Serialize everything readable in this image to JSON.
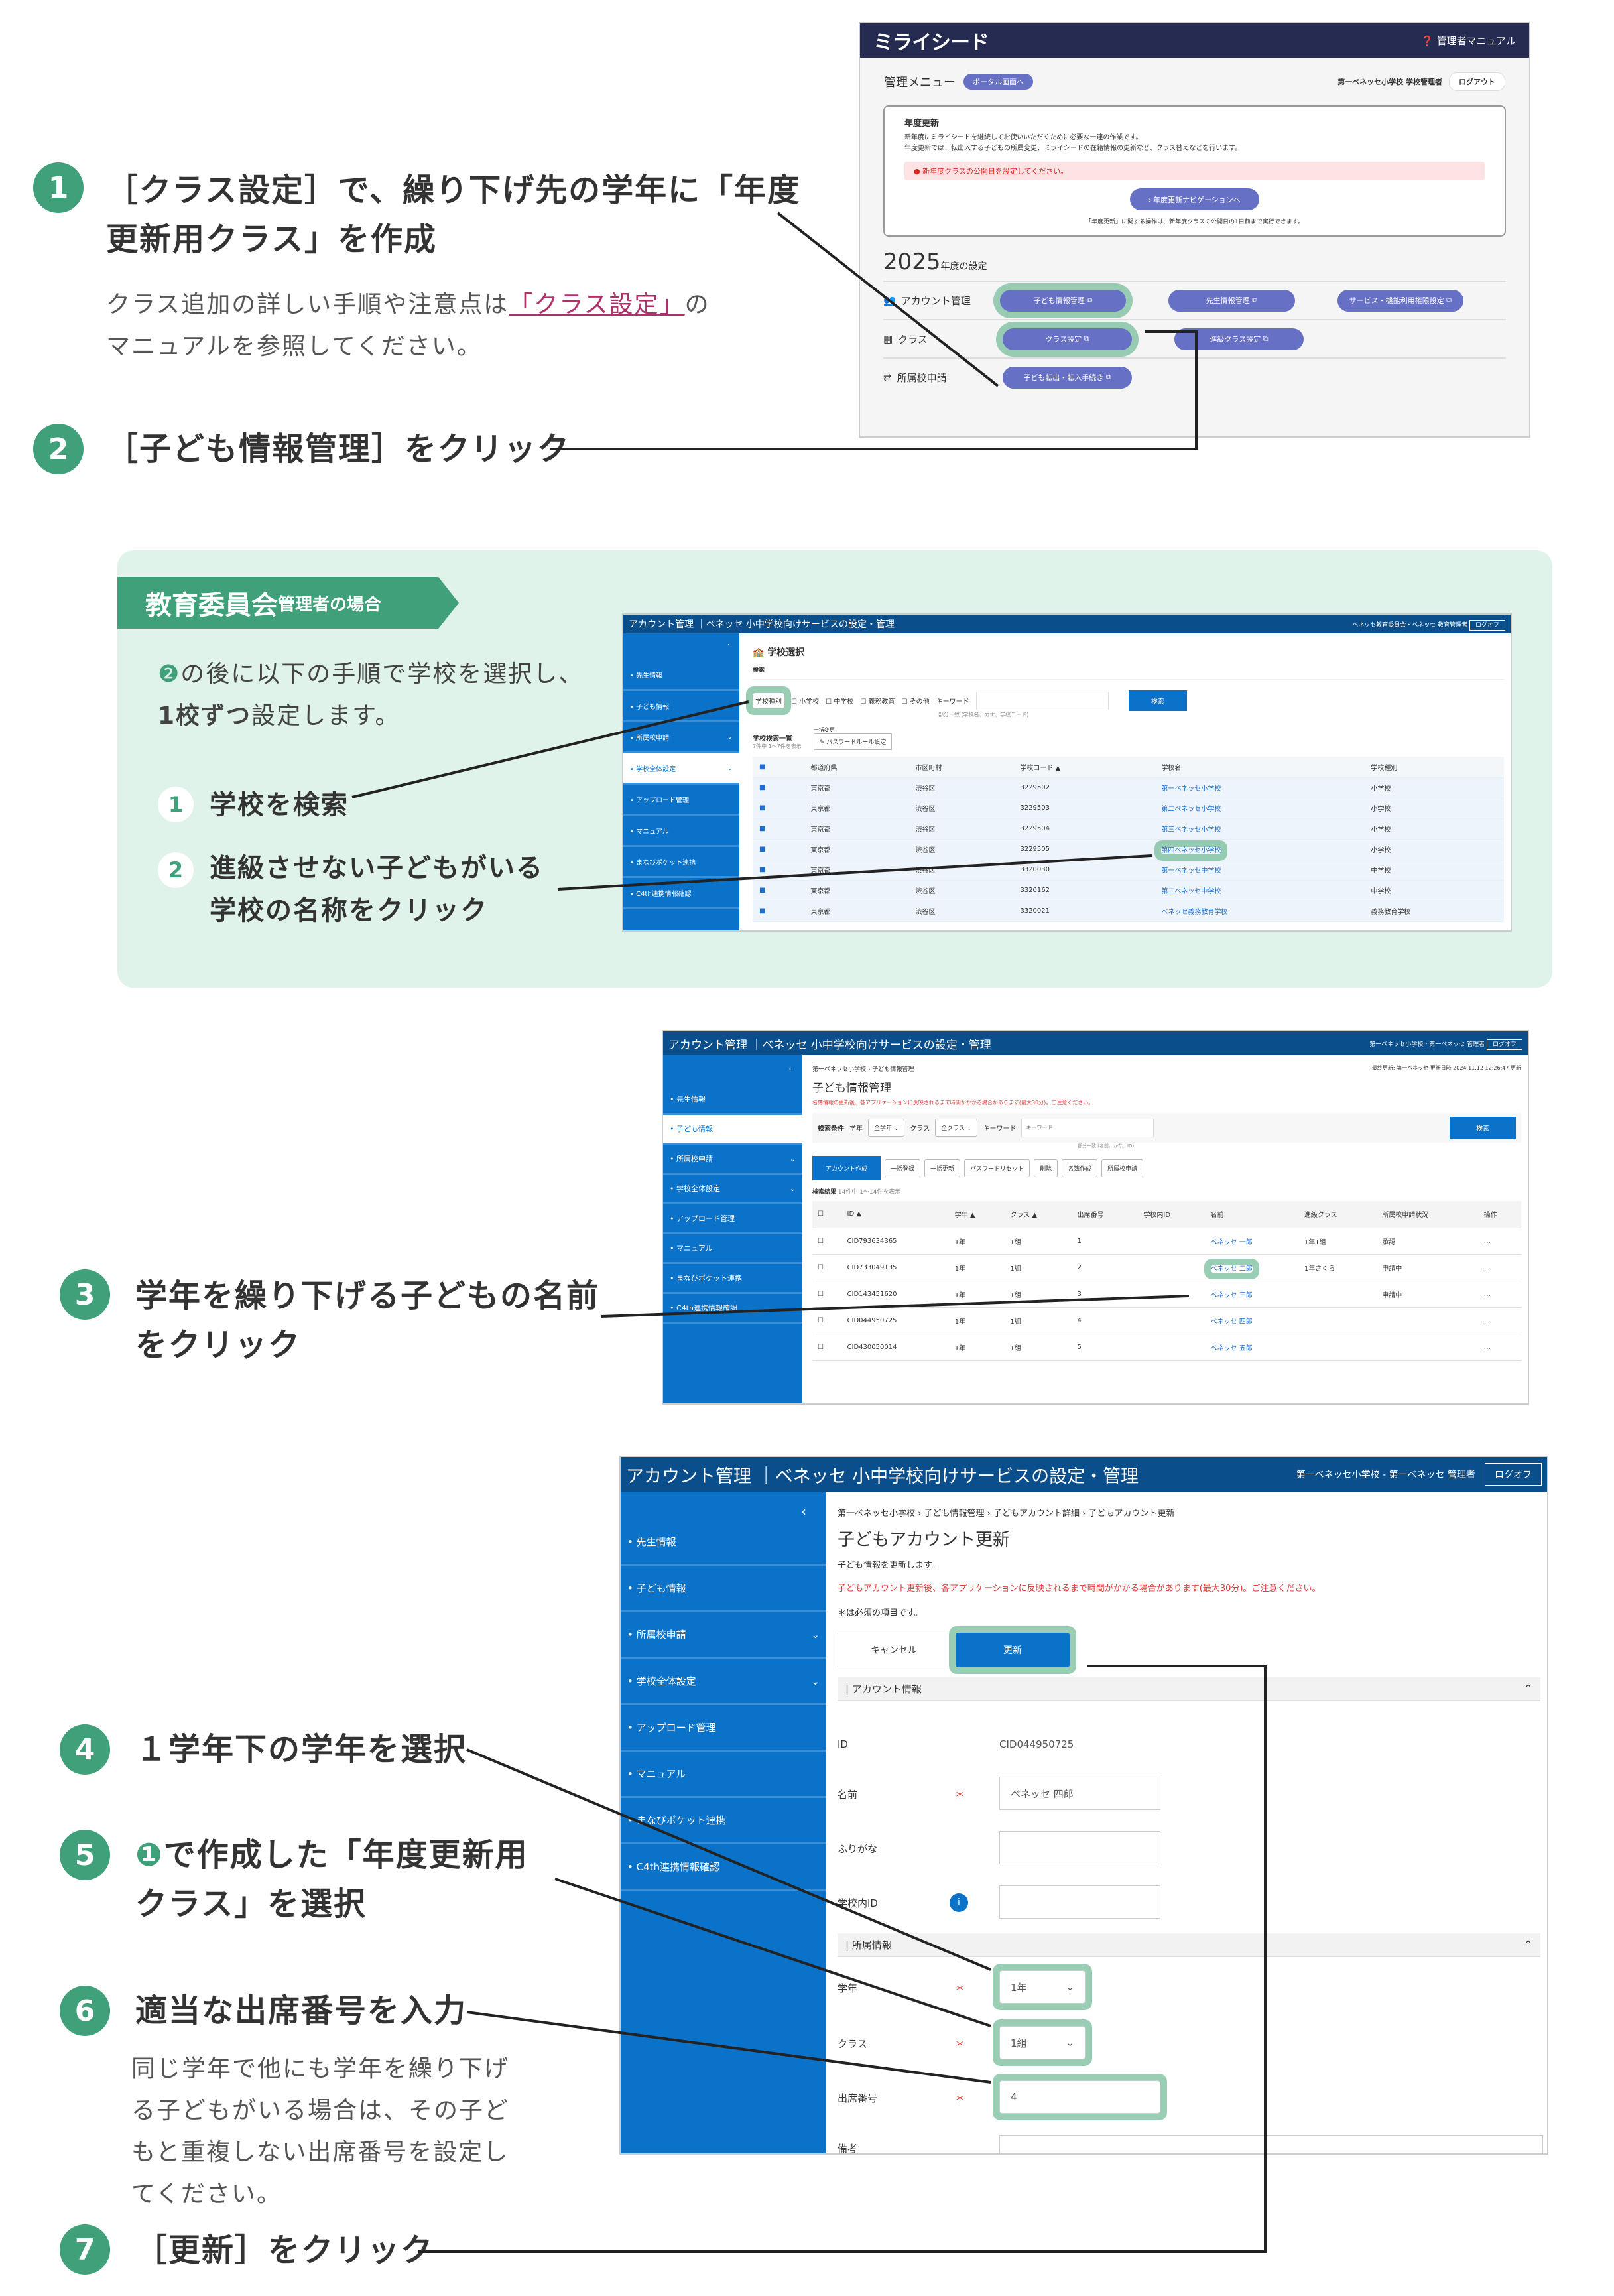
{
  "colors": {
    "accent_green": "#3fa079",
    "panel_bg": "#dff3ea",
    "miraiseed_header": "#262b52",
    "miraiseed_button": "#6670c4",
    "account_header": "#0a4f8c",
    "account_sidebar": "#0a72c8",
    "highlight": "#8fcbb0"
  },
  "steps": {
    "s1": {
      "num": "1",
      "line1": "［クラス設定］で、繰り下げ先の学年に「年度",
      "line2": "更新用クラス」を作成",
      "sub1_pre": "クラス追加の詳しい手順や注意点は",
      "sub1_link": "「クラス設定」",
      "sub1_post": "の",
      "sub2": "マニュアルを参照してください。"
    },
    "s2": {
      "num": "2",
      "text": "［子ども情報管理］をクリック"
    },
    "s3": {
      "num": "3",
      "line1": "学年を繰り下げる子どもの名前",
      "line2": "をクリック"
    },
    "s4": {
      "num": "4",
      "text": "１学年下の学年を選択"
    },
    "s5": {
      "num": "5",
      "line1_mark": "❶",
      "line1": "で作成した「年度更新用",
      "line2": "クラス」を選択"
    },
    "s6": {
      "num": "6",
      "text": "適当な出席番号を入力",
      "sub": [
        "同じ学年で他にも学年を繰り下げ",
        "る子どもがいる場合は、その子ど",
        "もと重複しない出席番号を設定し",
        "てください。"
      ]
    },
    "s7": {
      "num": "7",
      "text": "［更新］をクリック"
    }
  },
  "board": {
    "banner": "教育委員会",
    "banner_small": "管理者の場合",
    "intro_mark": "❷",
    "intro1": "の後に以下の手順で学校を選択し、",
    "intro2_bold": "1校ずつ",
    "intro2": "設定します。",
    "sub_steps": [
      {
        "num": "1",
        "text": "学校を検索"
      },
      {
        "num": "2",
        "line1": "進級させない子どもがいる",
        "line2": "学校の名称をクリック"
      }
    ]
  },
  "shot1": {
    "logo": "ミライシード",
    "manual": "管理者マニュアル",
    "menu_title": "管理メニュー",
    "portal_button": "ポータル画面へ",
    "user": "第一ベネッセ小学校 学校管理者",
    "logout": "ログアウト",
    "card_title": "年度更新",
    "card_desc1": "新年度にミライシードを継続してお使いいただくために必要な一連の作業です。",
    "card_desc2": "年度更新では、転出入する子どもの所属変更、ミライシードの在籍情報の更新など、クラス替えなどを行います。",
    "alert": "新年度クラスの公開日を設定してください。",
    "nav_button": "年度更新ナビゲーションへ",
    "note": "「年度更新」に関する操作は、新年度クラスの公開日の1日前まで実行できます。",
    "year": "2025",
    "year_suffix": "年度の設定",
    "rows": [
      {
        "icon": "people-icon",
        "label": "アカウント管理",
        "buttons": [
          "子ども情報管理",
          "先生情報管理",
          "サービス・機能利用権限設定"
        ]
      },
      {
        "icon": "grid-icon",
        "label": "クラス",
        "buttons": [
          "クラス設定",
          "進級クラス設定"
        ]
      },
      {
        "icon": "swap-icon",
        "label": "所属校申請",
        "buttons": [
          "子ども転出・転入手続き"
        ]
      }
    ]
  },
  "shot2": {
    "title": "アカウント管理 ｜ベネッセ 小中学校向けサービスの設定・管理",
    "user": "ベネッセ教育委員会・ベネッセ 教育管理者",
    "logout": "ログオフ",
    "sidebar": [
      "先生情報",
      "子ども情報",
      "所属校申請",
      "学校全体設定",
      "アップロード管理",
      "マニュアル",
      "まなびポケット連携",
      "C4th連携情報確認"
    ],
    "page_title": "学校選択",
    "search_label": "検索",
    "type_label": "学校種別",
    "types": [
      "小学校",
      "中学校",
      "義務教育",
      "その他"
    ],
    "keyword_label": "キーワード",
    "keyword_hint": "部分一致 (学校名、カナ、学校コード)",
    "search_button": "検索",
    "list_title": "学校検索一覧",
    "list_count": "7件中 1～7件を表示",
    "bulk_label": "一括変更",
    "pw_button": "パスワードルール設定",
    "columns": [
      "都道府県",
      "市区町村",
      "学校コード ▲",
      "学校名",
      "学校種別"
    ],
    "rows": [
      [
        "東京都",
        "渋谷区",
        "3229502",
        "第一ベネッセ小学校",
        "小学校"
      ],
      [
        "東京都",
        "渋谷区",
        "3229503",
        "第二ベネッセ小学校",
        "小学校"
      ],
      [
        "東京都",
        "渋谷区",
        "3229504",
        "第三ベネッセ小学校",
        "小学校"
      ],
      [
        "東京都",
        "渋谷区",
        "3229505",
        "第四ベネッセ小学校",
        "小学校"
      ],
      [
        "東京都",
        "渋谷区",
        "3320030",
        "第一ベネッセ中学校",
        "中学校"
      ],
      [
        "東京都",
        "渋谷区",
        "3320162",
        "第二ベネッセ中学校",
        "中学校"
      ],
      [
        "東京都",
        "渋谷区",
        "3320021",
        "ベネッセ義務教育学校",
        "義務教育学校"
      ]
    ]
  },
  "shot3": {
    "title": "アカウント管理 ｜ベネッセ 小中学校向けサービスの設定・管理",
    "user": "第一ベネッセ小学校・第一ベネッセ 管理者",
    "logout": "ログオフ",
    "sidebar": [
      "先生情報",
      "子ども情報",
      "所属校申請",
      "学校全体設定",
      "アップロード管理",
      "マニュアル",
      "まなびポケット連携",
      "C4th連携情報確認"
    ],
    "breadcrumb": [
      "第一ベネッセ小学校",
      "子ども情報管理"
    ],
    "updated": "最終更新: 第一ベネッセ 更新日時 2024.11.12 12:26:47 更新",
    "page_title": "子ども情報管理",
    "warning": "名簿情報の更新後、各アプリケーションに反映されるまで時間がかかる場合があります(最大30分)。ご注意ください。",
    "filter_label": "検索条件",
    "grade_label": "学年",
    "grade_value": "全学年",
    "class_label": "クラス",
    "class_value": "全クラス",
    "keyword_label": "キーワード",
    "keyword_placeholder": "キーワード",
    "keyword_hint": "部分一致 (名前、かな、ID)",
    "search_button": "検索",
    "create_button": "アカウント作成",
    "tools": [
      "一括登録",
      "一括更新",
      "パスワードリセット",
      "削除",
      "名簿作成",
      "所属校申請"
    ],
    "result_label": "検索結果",
    "result_count": "14件中 1～14件を表示",
    "columns": [
      "ID ▲",
      "学年 ▲",
      "クラス ▲",
      "出席番号",
      "学校内ID",
      "名前",
      "進級クラス",
      "所属校申請状況",
      "操作"
    ],
    "rows": [
      [
        "CID793634365",
        "1年",
        "1組",
        "1",
        "",
        "ベネッセ 一郎",
        "1年1組",
        "承認",
        "…"
      ],
      [
        "CID733049135",
        "1年",
        "1組",
        "2",
        "",
        "ベネッセ 二郎",
        "1年さくら",
        "申請中",
        "…"
      ],
      [
        "CID143451620",
        "1年",
        "1組",
        "3",
        "",
        "ベネッセ 三郎",
        "",
        "申請中",
        "…"
      ],
      [
        "CID044950725",
        "1年",
        "1組",
        "4",
        "",
        "ベネッセ 四郎",
        "",
        "",
        "…"
      ],
      [
        "CID430050014",
        "1年",
        "1組",
        "5",
        "",
        "ベネッセ 五郎",
        "",
        "",
        "…"
      ]
    ]
  },
  "shot4": {
    "title": "アカウント管理 ｜ベネッセ 小中学校向けサービスの設定・管理",
    "user": "第一ベネッセ小学校 - 第一ベネッセ 管理者",
    "logout": "ログオフ",
    "sidebar": [
      "先生情報",
      "子ども情報",
      "所属校申請",
      "学校全体設定",
      "アップロード管理",
      "マニュアル",
      "まなびポケット連携",
      "C4th連携情報確認"
    ],
    "breadcrumb": [
      "第一ベネッセ小学校",
      "子ども情報管理",
      "子どもアカウント詳細",
      "子どもアカウント更新"
    ],
    "page_title": "子どもアカウント更新",
    "desc": "子ども情報を更新します。",
    "warning": "子どもアカウント更新後、各アプリケーションに反映されるまで時間がかかる場合があります(最大30分)。ご注意ください。",
    "required_note": "＊は必須の項目です。",
    "cancel": "キャンセル",
    "update": "更新",
    "sec_account": "アカウント情報",
    "id_label": "ID",
    "id_value": "CID044950725",
    "name_label": "名前",
    "name_value": "ベネッセ 四郎",
    "kana_label": "ふりがな",
    "kana_value": "",
    "schoolid_label": "学校内ID",
    "sec_affil": "所属情報",
    "grade_label": "学年",
    "grade_value": "1年",
    "class_label": "クラス",
    "class_value": "1組",
    "number_label": "出席番号",
    "number_value": "4",
    "remarks_label": "備考",
    "asterisk": "＊"
  }
}
